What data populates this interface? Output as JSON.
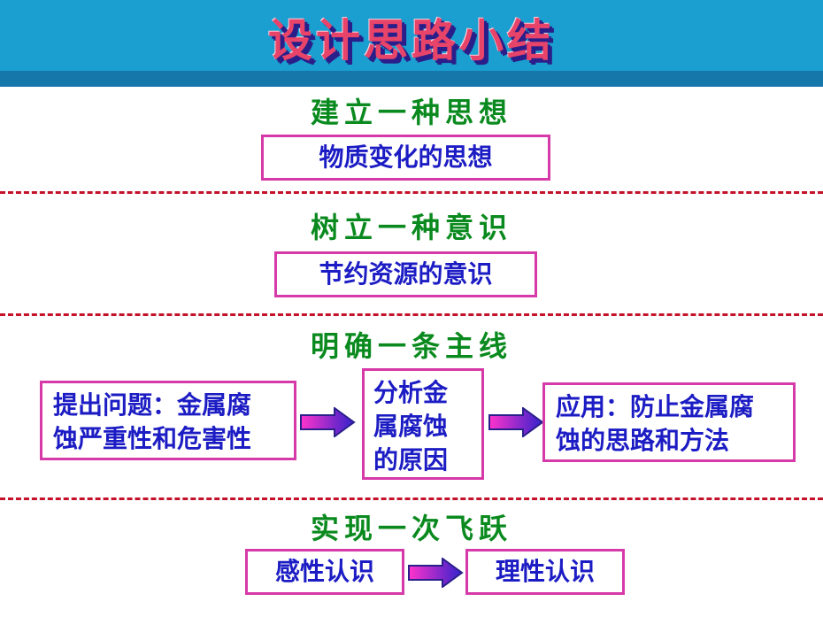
{
  "title": "设计思路小结",
  "sections": [
    {
      "heading": "建立一种思想",
      "box": "物质变化的思想"
    },
    {
      "heading": "树立一种意识",
      "box": "节约资源的意识"
    },
    {
      "heading": "明确一条主线",
      "flow": {
        "left": [
          "提出问题：金属腐",
          "蚀严重性和危害性"
        ],
        "middle": [
          "分析金",
          "属腐蚀",
          "的原因"
        ],
        "right": [
          "应用：防止金属腐",
          "蚀的思路和方法"
        ]
      }
    },
    {
      "heading": "实现一次飞跃",
      "left": "感性认识",
      "right": "理性认识"
    }
  ],
  "colors": {
    "header": "#1a9fd0",
    "heading": "#0a8a1e",
    "box_border": "#d63aa8",
    "box_text": "#1c1cc4",
    "separator": "#c4122a"
  }
}
